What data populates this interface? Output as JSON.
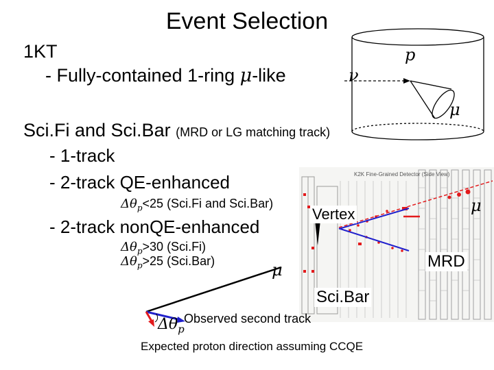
{
  "title": "Event Selection",
  "section1": {
    "heading": "1KT",
    "item": "- Fully-contained 1-ring ",
    "item_greek": "μ",
    "item_suffix": "-like"
  },
  "section2": {
    "heading": "Sci.Fi and Sci.Bar",
    "heading_note": "(MRD or LG matching track)",
    "item1": "- 1-track",
    "item2": "- 2-track QE-enhanced",
    "qe_cut_prefix": "Δθ",
    "qe_cut_sub": "p",
    "qe_cut_text": "<25 (Sci.Fi and Sci.Bar)",
    "item3": "- 2-track nonQE-enhanced",
    "nonqe_cut1_text": ">30 (Sci.Fi)",
    "nonqe_cut2_text": ">25 (Sci.Bar)"
  },
  "diagram": {
    "nu": "ν",
    "p": "p",
    "mu_tank": "μ",
    "mu_detector": "μ",
    "mu_sketch": "μ",
    "vertex": "Vertex",
    "mrd": "MRD",
    "scibar": "Sci.Bar",
    "dtheta": "Δθ",
    "dtheta_sub": "p",
    "observed": "Observed second track",
    "expected": "Expected proton direction assuming CCQE",
    "detector_header": "K2K Fine-Grained Detector (Side View)",
    "colors": {
      "red": "#e31a1c",
      "blue": "#2020cc",
      "black": "#000000"
    }
  }
}
